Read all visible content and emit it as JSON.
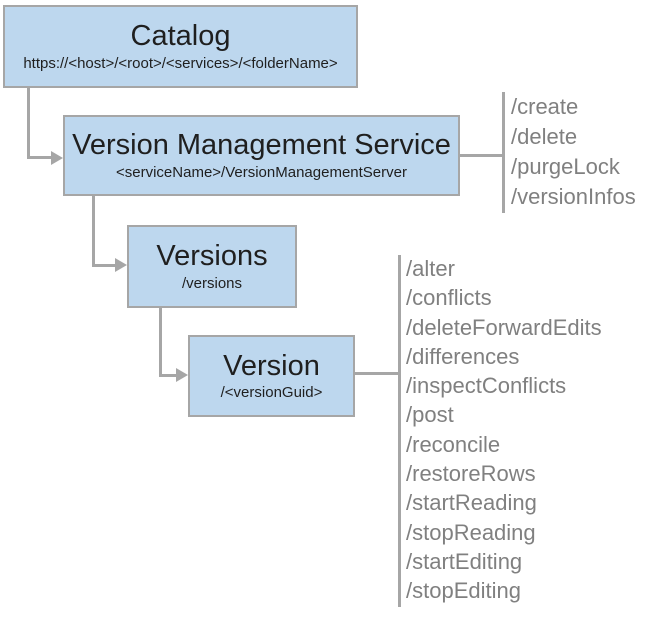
{
  "diagram": {
    "background": "#ffffff",
    "colors": {
      "node_fill": "#bdd7ee",
      "node_border": "#a6a6a6",
      "connector": "#a6a6a6",
      "node_text": "#1f1f1f",
      "operation_text": "#808080"
    },
    "nodes": [
      {
        "title": "Catalog",
        "subtitle": "https://<host>/<root>/<services>/<folderName>"
      },
      {
        "title": "Version Management Service",
        "subtitle": "<serviceName>/VersionManagementServer"
      },
      {
        "title": "Versions",
        "subtitle": "/versions"
      },
      {
        "title": "Version",
        "subtitle": "/<versionGuid>"
      }
    ],
    "operation_lists": [
      {
        "attached_to": "Version Management Service",
        "items": [
          "/create",
          "/delete",
          "/purgeLock",
          "/versionInfos"
        ]
      },
      {
        "attached_to": "Version",
        "items": [
          "/alter",
          "/conflicts",
          "/deleteForwardEdits",
          "/differences",
          "/inspectConflicts",
          "/post",
          "/reconcile",
          "/restoreRows",
          "/startReading",
          "/stopReading",
          "/startEditing",
          "/stopEditing"
        ]
      }
    ]
  }
}
